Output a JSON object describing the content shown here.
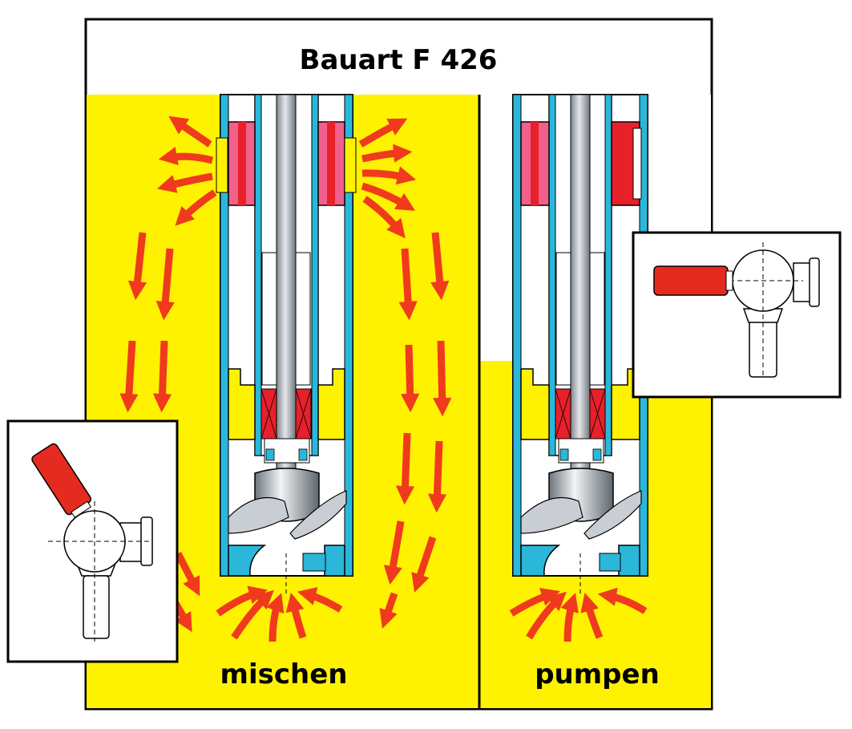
{
  "title": "Bauart F 426",
  "panels": {
    "left": {
      "label": "mischen"
    },
    "right": {
      "label": "pumpen"
    }
  },
  "colors": {
    "yellow": "#FFF200",
    "arrow_red": "#F03A1E",
    "handle_red": "#E52B20",
    "seal_red": "#E8202A",
    "pink": "#F0608A",
    "housing_blue": "#2BB7D9",
    "shaft_gray": "#A8AEB4",
    "outline": "#000000"
  },
  "insets": {
    "left": {
      "handle_position": "angled",
      "shows": "mischen"
    },
    "right": {
      "handle_position": "horizontal",
      "shows": "pumpen"
    }
  }
}
